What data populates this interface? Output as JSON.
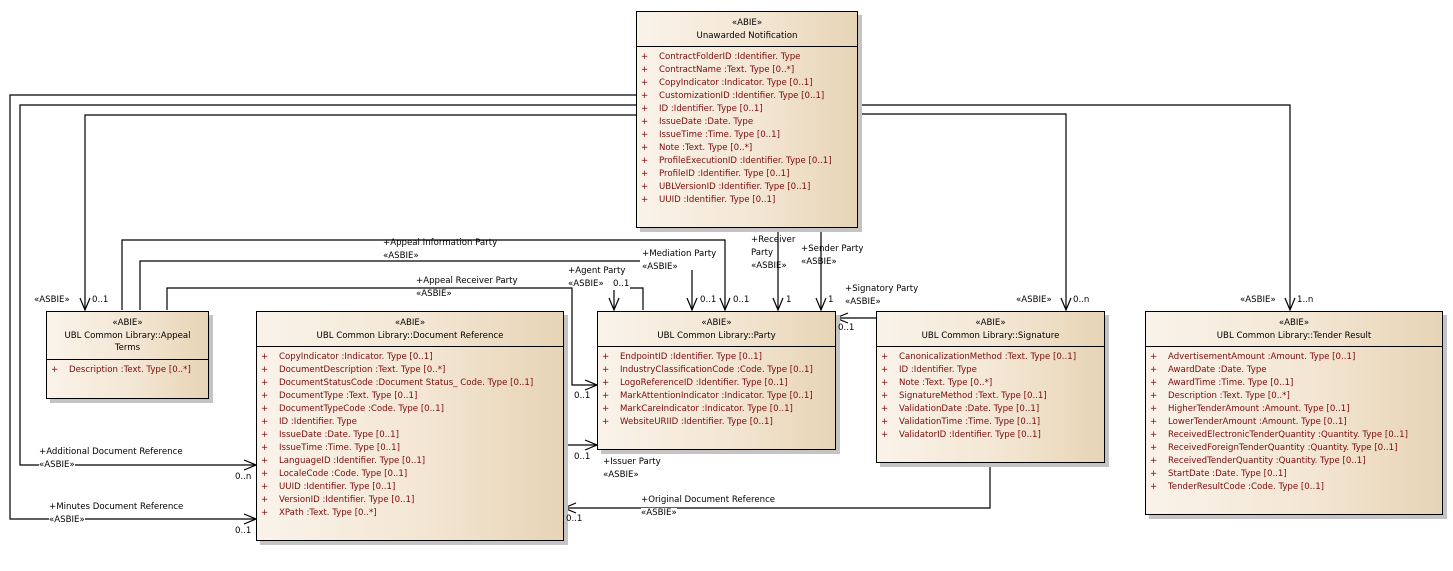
{
  "classes": {
    "unawarded": {
      "stereotype": "«ABIE»",
      "name": "Unawarded Notification",
      "attributes": [
        "ContractFolderID  :Identifier. Type",
        "ContractName  :Text. Type [0..*]",
        "CopyIndicator  :Indicator. Type [0..1]",
        "CustomizationID  :Identifier. Type [0..1]",
        "ID  :Identifier. Type [0..1]",
        "IssueDate  :Date. Type",
        "IssueTime  :Time. Type [0..1]",
        "Note  :Text. Type [0..*]",
        "ProfileExecutionID  :Identifier. Type [0..1]",
        "ProfileID  :Identifier. Type [0..1]",
        "UBLVersionID  :Identifier. Type [0..1]",
        "UUID  :Identifier. Type [0..1]"
      ]
    },
    "appeal": {
      "stereotype": "«ABIE»",
      "name": "UBL Common Library::Appeal Terms",
      "attributes": [
        "Description  :Text. Type [0..*]"
      ]
    },
    "docref": {
      "stereotype": "«ABIE»",
      "name": "UBL Common Library::Document Reference",
      "attributes": [
        "CopyIndicator  :Indicator. Type [0..1]",
        "DocumentDescription  :Text. Type [0..*]",
        "DocumentStatusCode  :Document Status_ Code. Type [0..1]",
        "DocumentType  :Text. Type [0..1]",
        "DocumentTypeCode  :Code. Type [0..1]",
        "ID  :Identifier. Type",
        "IssueDate  :Date. Type [0..1]",
        "IssueTime  :Time. Type [0..1]",
        "LanguageID  :Identifier. Type [0..1]",
        "LocaleCode  :Code. Type [0..1]",
        "UUID  :Identifier. Type [0..1]",
        "VersionID  :Identifier. Type [0..1]",
        "XPath  :Text. Type [0..*]"
      ]
    },
    "party": {
      "stereotype": "«ABIE»",
      "name": "UBL Common Library::Party",
      "attributes": [
        "EndpointID  :Identifier. Type [0..1]",
        "IndustryClassificationCode  :Code. Type [0..1]",
        "LogoReferenceID  :Identifier. Type [0..1]",
        "MarkAttentionIndicator  :Indicator. Type [0..1]",
        "MarkCareIndicator  :Indicator. Type [0..1]",
        "WebsiteURIID  :Identifier. Type [0..1]"
      ]
    },
    "signature": {
      "stereotype": "«ABIE»",
      "name": "UBL Common Library::Signature",
      "attributes": [
        "CanonicalizationMethod  :Text. Type [0..1]",
        "ID  :Identifier. Type",
        "Note  :Text. Type [0..*]",
        "SignatureMethod  :Text. Type [0..1]",
        "ValidationDate  :Date. Type [0..1]",
        "ValidationTime  :Time. Type [0..1]",
        "ValidatorID  :Identifier. Type [0..1]"
      ]
    },
    "tender": {
      "stereotype": "«ABIE»",
      "name": "UBL Common Library::Tender Result",
      "attributes": [
        "AdvertisementAmount  :Amount. Type [0..1]",
        "AwardDate  :Date. Type",
        "AwardTime  :Time. Type [0..1]",
        "Description  :Text. Type [0..*]",
        "HigherTenderAmount  :Amount. Type [0..1]",
        "LowerTenderAmount  :Amount. Type [0..1]",
        "ReceivedElectronicTenderQuantity  :Quantity. Type [0..1]",
        "ReceivedForeignTenderQuantity  :Quantity. Type [0..1]",
        "ReceivedTenderQuantity  :Quantity. Type [0..1]",
        "StartDate  :Date. Type [0..1]",
        "TenderResultCode  :Code. Type [0..1]"
      ]
    }
  },
  "attr_prefix": "+",
  "labels": {
    "asbie": "«ASBIE»",
    "appeal_info": "+Appeal Information Party",
    "mediation": "+Mediation Party",
    "appeal_receiver": "+Appeal Receiver Party",
    "agent": "+Agent Party",
    "receiver_1": "+Receiver",
    "receiver_2": "Party",
    "sender": "+Sender Party",
    "signatory": "+Signatory Party",
    "additional_docref": "+Additional Document Reference",
    "minutes_docref": "+Minutes Document Reference",
    "issuer": "+Issuer Party",
    "original_docref": "+Original Document Reference",
    "m_01": "0..1",
    "m_0n": "0..n",
    "m_1": "1",
    "m_1n": "1..n"
  },
  "colors": {
    "attribute_text": "#7a0a0a",
    "box_gradient_left": "#faf3ea",
    "box_gradient_right": "#e7d4b6",
    "shadow": "#c4c4c4"
  }
}
